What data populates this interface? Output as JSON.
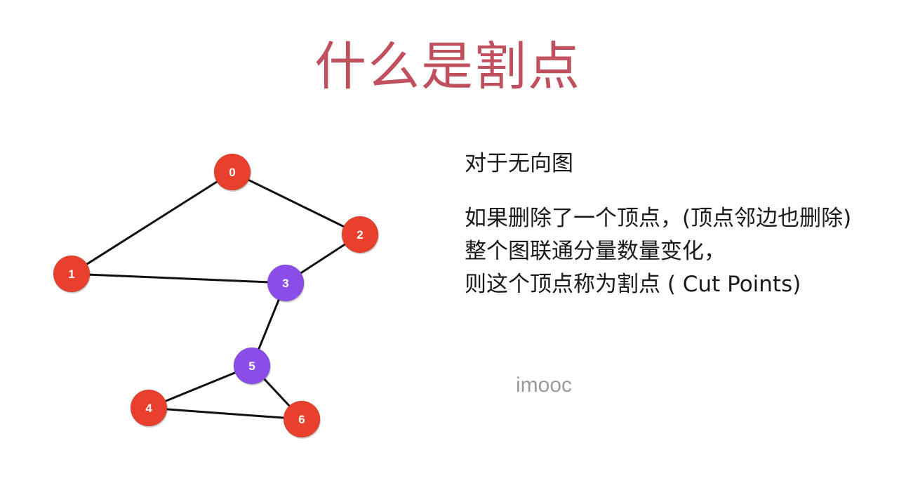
{
  "title": "什么是割点",
  "subheading": "对于无向图",
  "definition_lines": [
    "如果删除了一个顶点，(顶点邻边也删除)",
    "整个图联通分量数量变化，",
    "则这个顶点称为割点 ( Cut Points)"
  ],
  "watermark": "imooc",
  "colors": {
    "title": "#c0505e",
    "regular_node": "#e8402d",
    "cut_point_node": "#8a4de8",
    "edge": "#111111"
  },
  "graph": {
    "nodes": [
      {
        "id": "0",
        "label": "0",
        "type": "regular"
      },
      {
        "id": "1",
        "label": "1",
        "type": "regular"
      },
      {
        "id": "2",
        "label": "2",
        "type": "regular"
      },
      {
        "id": "3",
        "label": "3",
        "type": "cut_point"
      },
      {
        "id": "4",
        "label": "4",
        "type": "regular"
      },
      {
        "id": "5",
        "label": "5",
        "type": "cut_point"
      },
      {
        "id": "6",
        "label": "6",
        "type": "regular"
      }
    ],
    "edges": [
      [
        "0",
        "1"
      ],
      [
        "0",
        "2"
      ],
      [
        "1",
        "3"
      ],
      [
        "2",
        "3"
      ],
      [
        "3",
        "5"
      ],
      [
        "5",
        "4"
      ],
      [
        "5",
        "6"
      ],
      [
        "4",
        "6"
      ]
    ]
  }
}
